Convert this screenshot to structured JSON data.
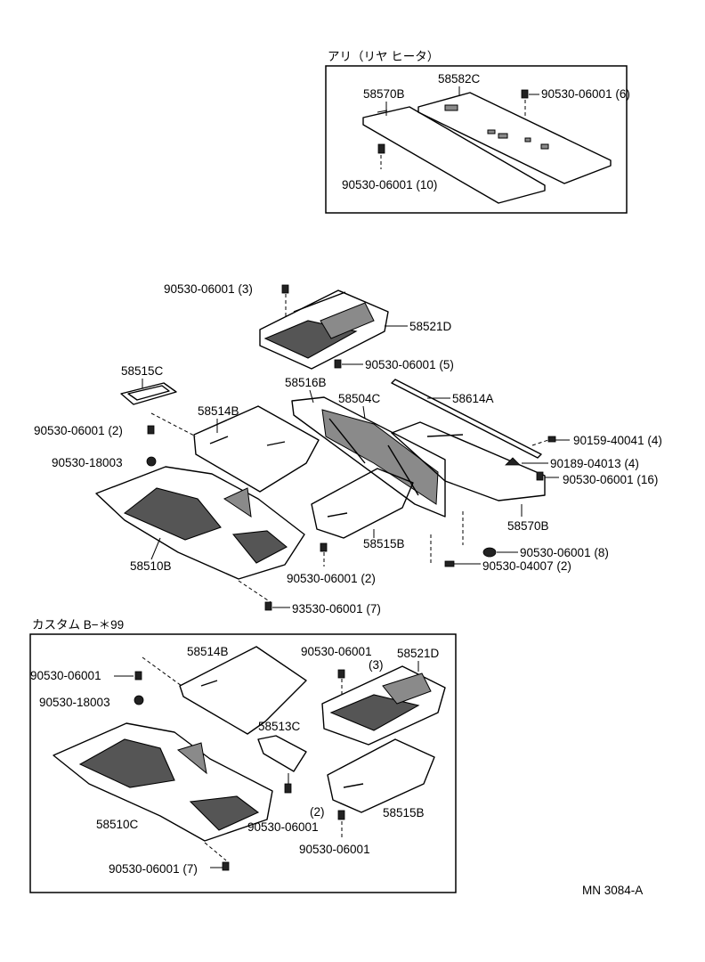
{
  "header_box_title": "アリ（リヤ ヒータ）",
  "custom_box_title": "カスタム B−＊99",
  "footer_code": "MN  3084-A",
  "labels": {
    "box_58570B": "58570B",
    "box_58582C": "58582C",
    "box_bolt_6": "90530-06001 (6)",
    "box_bolt_10": "90530-06001 (10)",
    "bolt_3": "90530-06001 (3)",
    "p58521D": "58521D",
    "bolt_5": "90530-06001 (5)",
    "p58515C": "58515C",
    "p58516B": "58516B",
    "p58504C": "58504C",
    "p58614A": "58614A",
    "p58514B": "58514B",
    "bolt_2a": "90530-06001 (2)",
    "clip_18003": "90530-18003",
    "clip_40041": "90159-40041 (4)",
    "clip_04013": "90189-04013 (4)",
    "bolt_16": "90530-06001 (16)",
    "p58570B": "58570B",
    "p58515B": "58515B",
    "p58510B": "58510B",
    "bolt_2b": "90530-06001 (2)",
    "bolt_8": "90530-06001 (8)",
    "bolt_04007": "90530-04007 (2)",
    "bolt_93530": "93530-06001 (7)",
    "c_58514B": "58514B",
    "c_bolt": "90530-06001",
    "c_clip": "90530-18003",
    "c_bolt3_code": "90530-06001",
    "c_bolt3_qty": "(3)",
    "c_58521D": "58521D",
    "c_58513C": "58513C",
    "c_58510C": "58510C",
    "c_58515B": "58515B",
    "c_qty2": "(2)",
    "c_bolt_a": "90530-06001",
    "c_bolt_b": "90530-06001",
    "c_bolt7": "90530-06001 (7)"
  }
}
